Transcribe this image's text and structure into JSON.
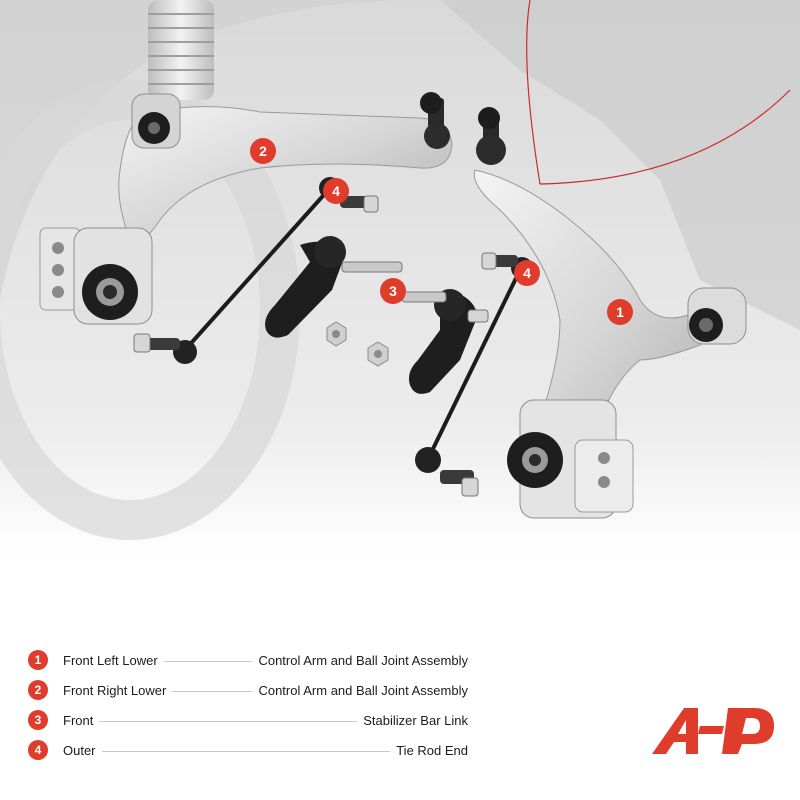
{
  "legend": [
    {
      "number": "1",
      "name": "Front Left Lower",
      "detail": "Control Arm and Ball Joint Assembly"
    },
    {
      "number": "2",
      "name": "Front Right Lower",
      "detail": "Control Arm and Ball Joint Assembly"
    },
    {
      "number": "3",
      "name": "Front",
      "detail": "Stabilizer Bar Link"
    },
    {
      "number": "4",
      "name": "Outer",
      "detail": "Tie Rod End"
    }
  ],
  "callouts": [
    "2",
    "4",
    "3",
    "4",
    "1"
  ],
  "colors": {
    "accent": "#e03c2c",
    "text": "#1c1c1c",
    "leader": "#c8c8c8"
  },
  "logo": {
    "icon": "ap-brand-logo"
  }
}
